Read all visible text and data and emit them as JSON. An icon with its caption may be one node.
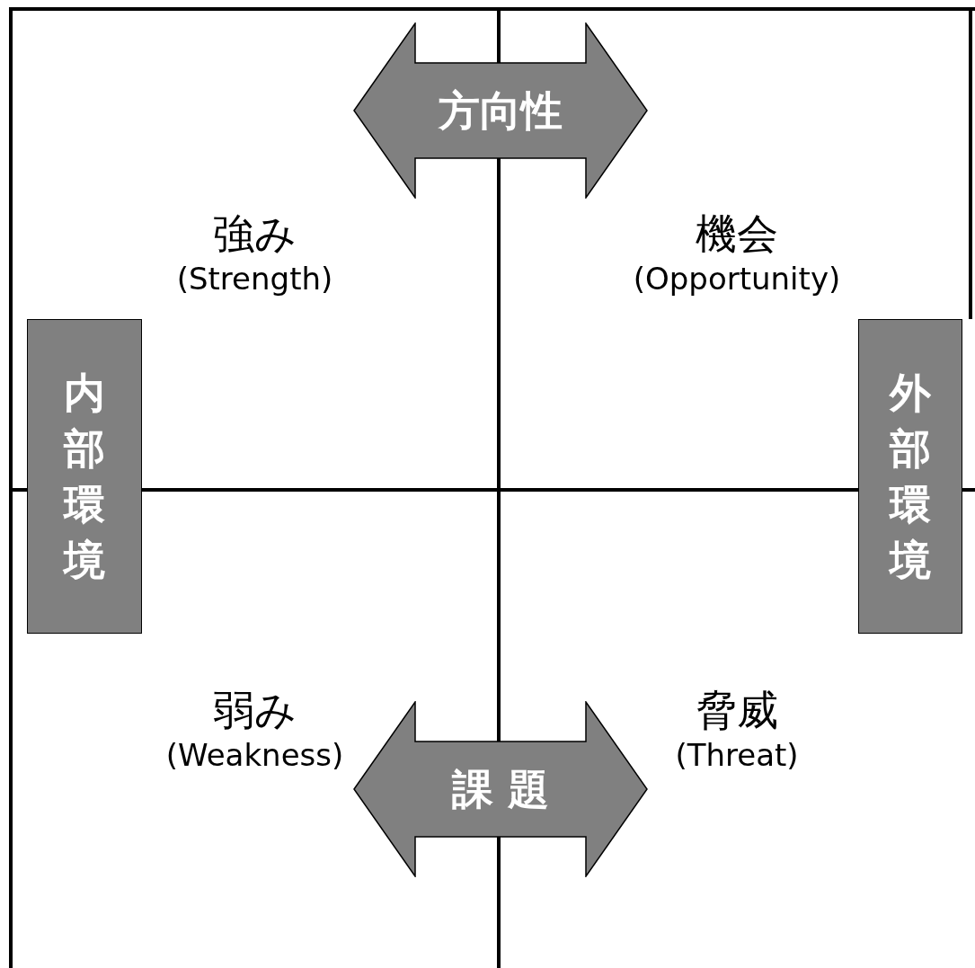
{
  "diagram": {
    "nodes": [
      {
        "text": [
          "方向性"
        ]
      },
      {
        "text": [
          "強み",
          "(Strength)"
        ]
      },
      {
        "text": [
          "機会",
          "(Opportunity)"
        ]
      },
      {
        "text": [
          "内部環境"
        ]
      },
      {
        "text": [
          "外部環境"
        ]
      },
      {
        "text": [
          "弱み",
          "(Weakness)"
        ]
      },
      {
        "text": [
          "脅威",
          "(Threat)"
        ]
      },
      {
        "text": [
          "課 題"
        ]
      }
    ],
    "edges": []
  }
}
